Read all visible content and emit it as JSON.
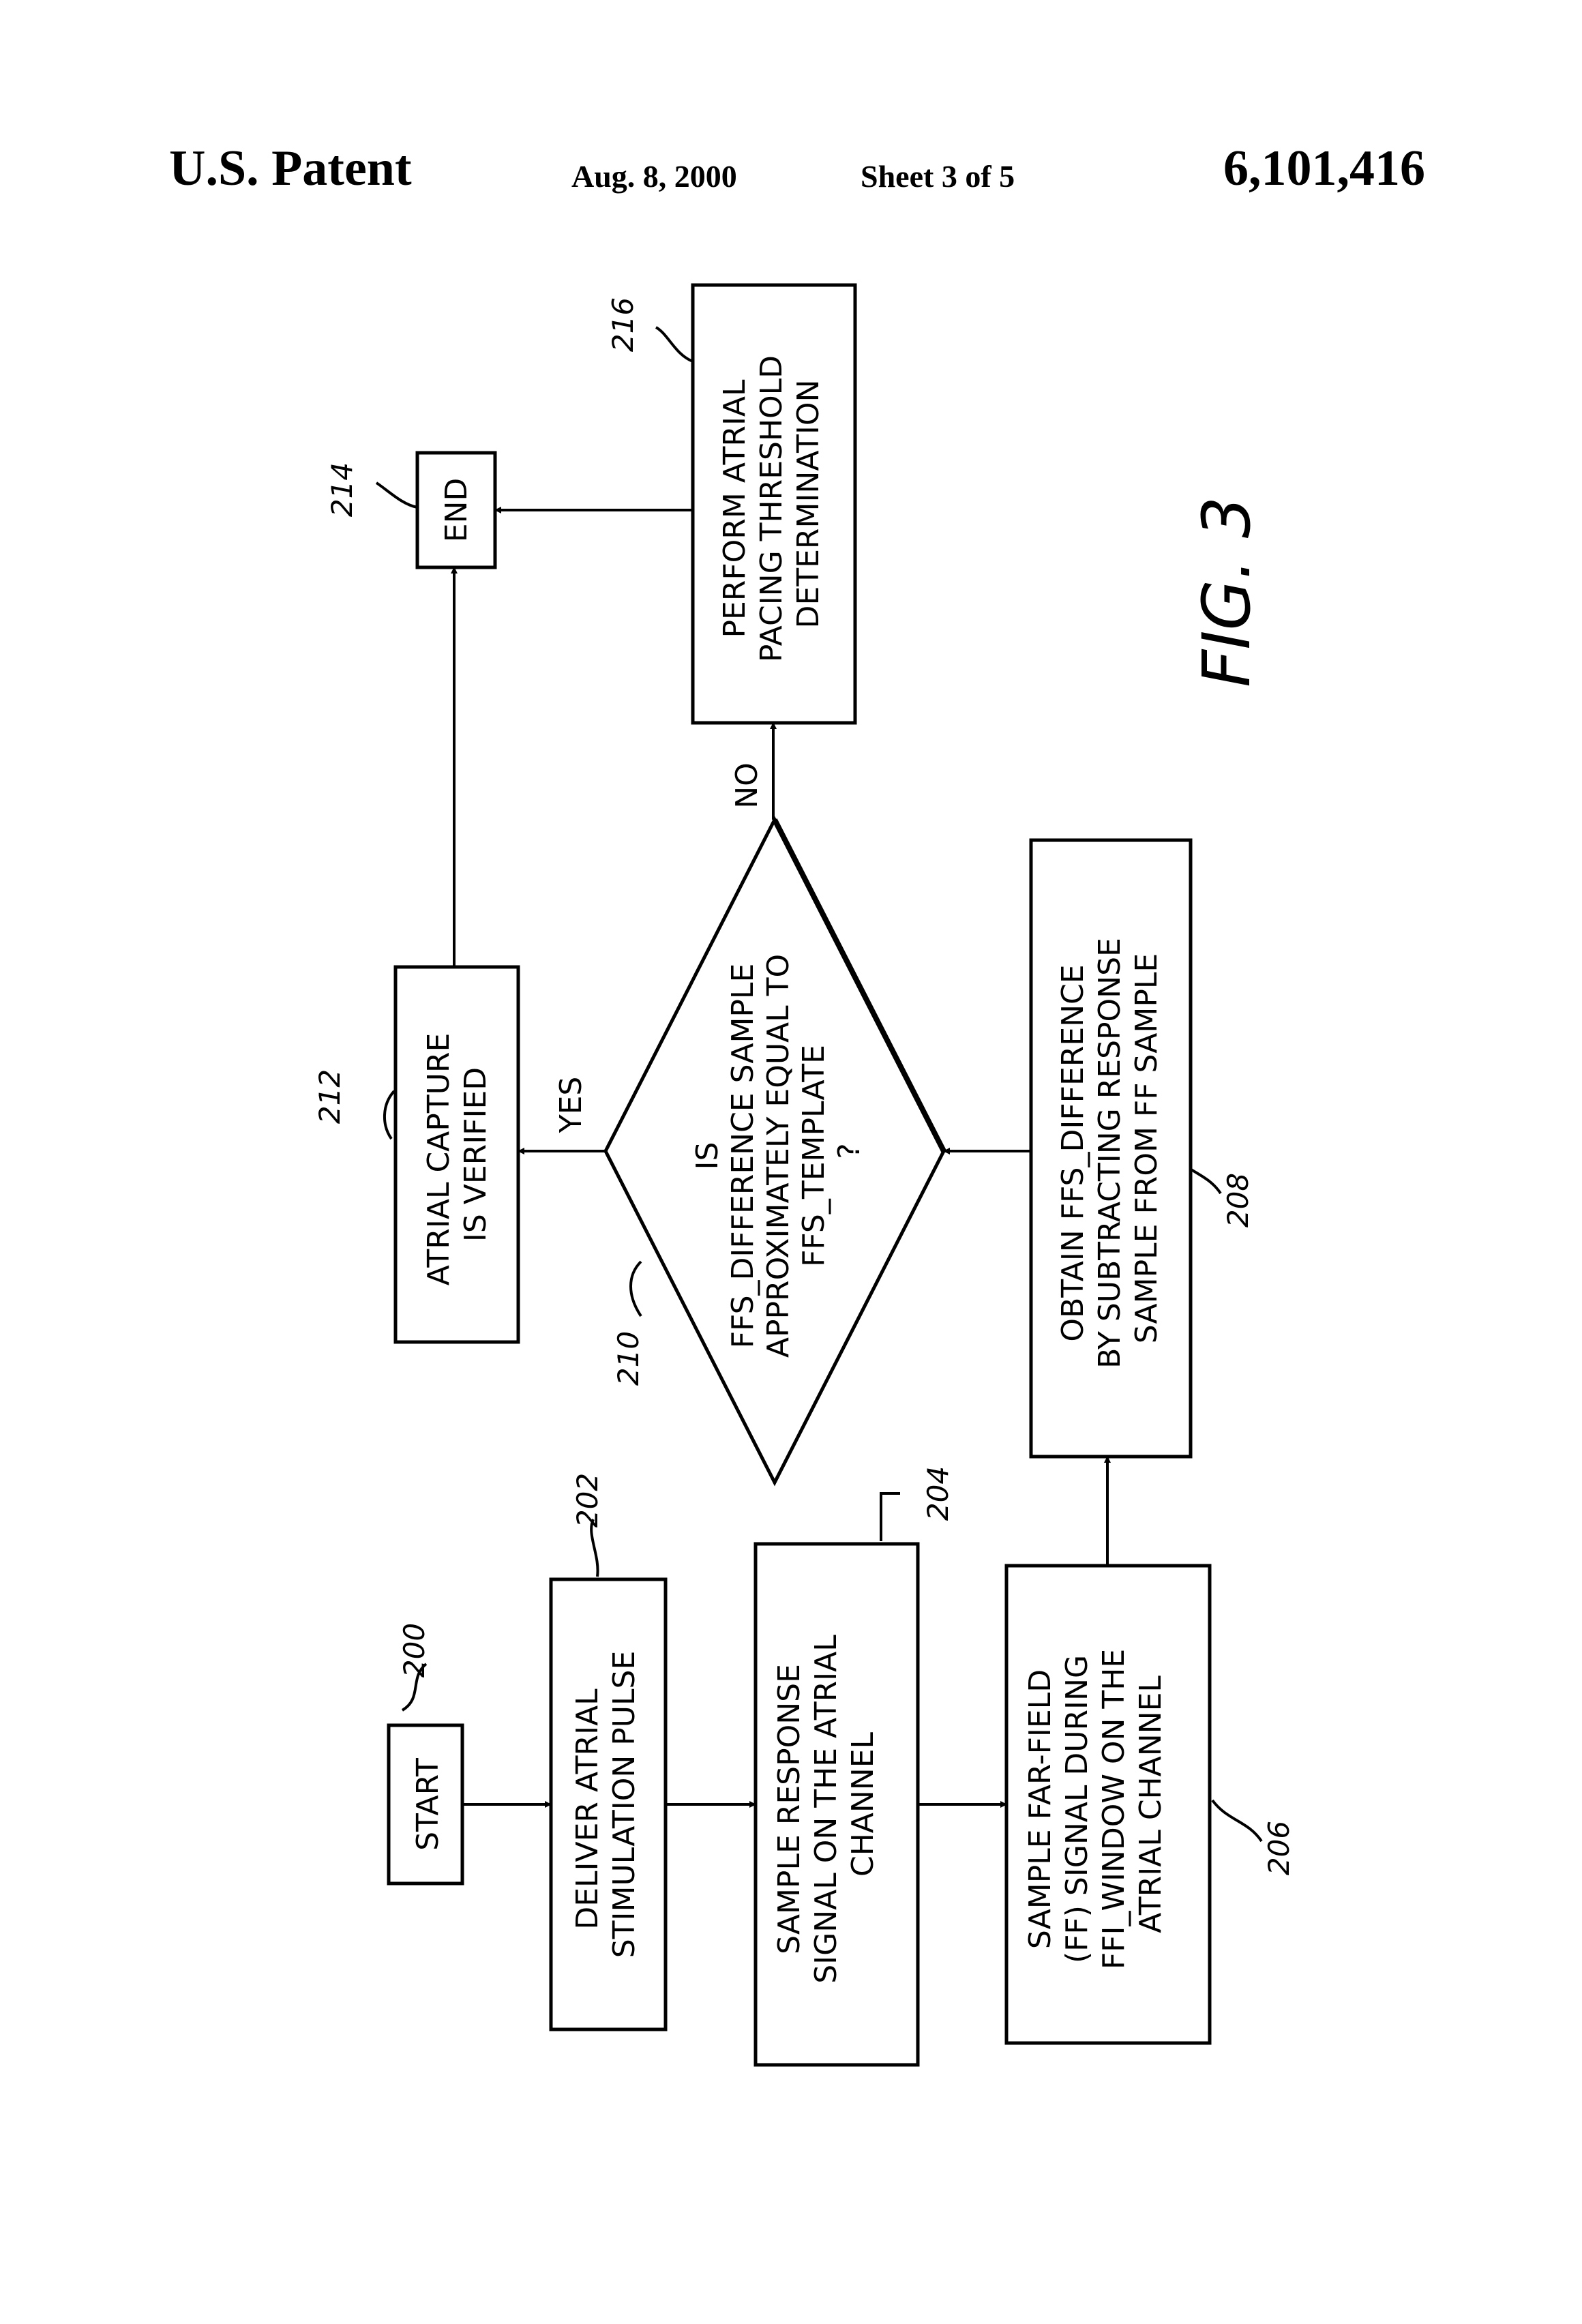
{
  "header": {
    "left": "U.S. Patent",
    "date": "Aug. 8, 2000",
    "sheet": "Sheet 3 of 5",
    "number": "6,101,416"
  },
  "figure_label": "FIG. 3",
  "nodes": {
    "start": {
      "ref": "200",
      "lines": [
        "START"
      ]
    },
    "deliver": {
      "ref": "202",
      "lines": [
        "DELIVER ATRIAL",
        "STIMULATION PULSE"
      ]
    },
    "sample_response": {
      "ref": "204",
      "lines": [
        "SAMPLE RESPONSE",
        "SIGNAL ON THE ATRIAL",
        "CHANNEL"
      ]
    },
    "sample_ff": {
      "ref": "206",
      "lines": [
        "SAMPLE FAR-FIELD",
        "(FF) SIGNAL DURING",
        "FFI_WINDOW ON THE",
        "ATRIAL CHANNEL"
      ]
    },
    "obtain": {
      "ref": "208",
      "lines": [
        "OBTAIN FFS_DIFFERENCE",
        "BY SUBTRACTING RESPONSE",
        "SAMPLE FROM FF SAMPLE"
      ]
    },
    "decision": {
      "ref": "210",
      "lines": [
        "IS",
        "FFS_DIFFERENCE SAMPLE",
        "APPROXIMATELY EQUAL TO",
        "FFS_TEMPLATE",
        "?"
      ]
    },
    "verified": {
      "ref": "212",
      "lines": [
        "ATRIAL CAPTURE",
        "IS VERIFIED"
      ]
    },
    "end": {
      "ref": "214",
      "lines": [
        "END"
      ]
    },
    "threshold": {
      "ref": "216",
      "lines": [
        "PERFORM ATRIAL",
        "PACING THRESHOLD",
        "DETERMINATION"
      ]
    }
  },
  "edges": {
    "yes": "YES",
    "no": "NO"
  }
}
